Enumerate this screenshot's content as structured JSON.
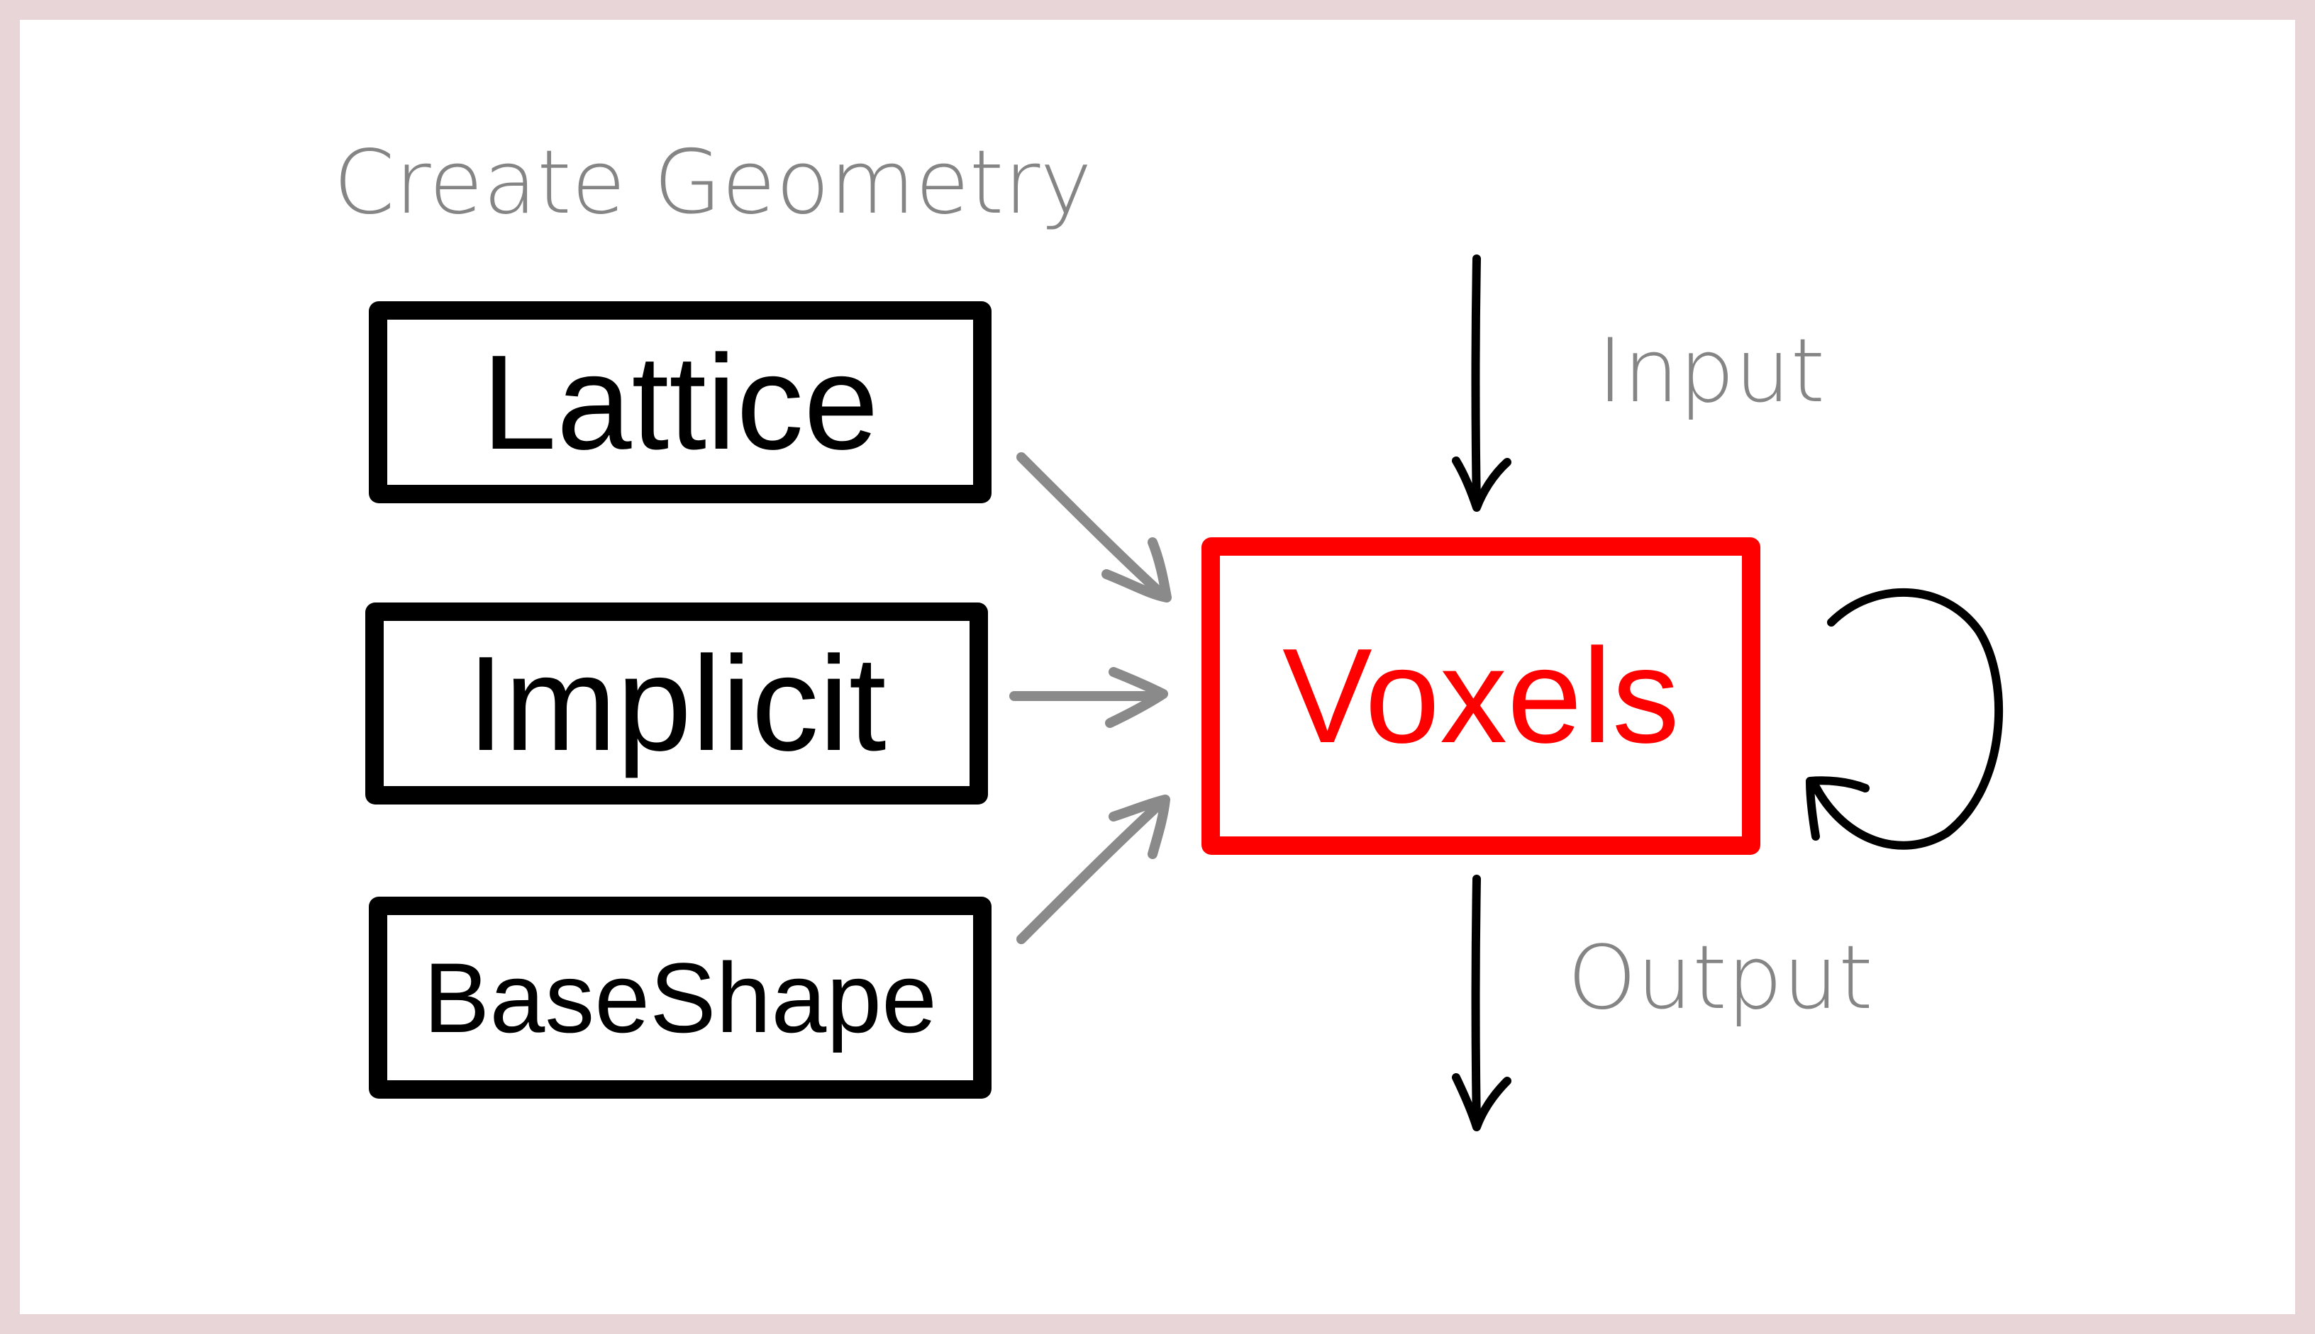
{
  "diagram": {
    "heading": "Create Geometry",
    "sources": [
      {
        "label": "Lattice"
      },
      {
        "label": "Implicit"
      },
      {
        "label": "BaseShape"
      }
    ],
    "target": {
      "label": "Voxels"
    },
    "input_label": "Input",
    "output_label": "Output"
  },
  "colors": {
    "background_border": "#e7d5d7",
    "canvas": "#ffffff",
    "source_box": "#000000",
    "target_box": "#ff0000",
    "gray_text": "#858585",
    "gray_arrow": "#8a8a8a",
    "black_arrow": "#000000"
  }
}
